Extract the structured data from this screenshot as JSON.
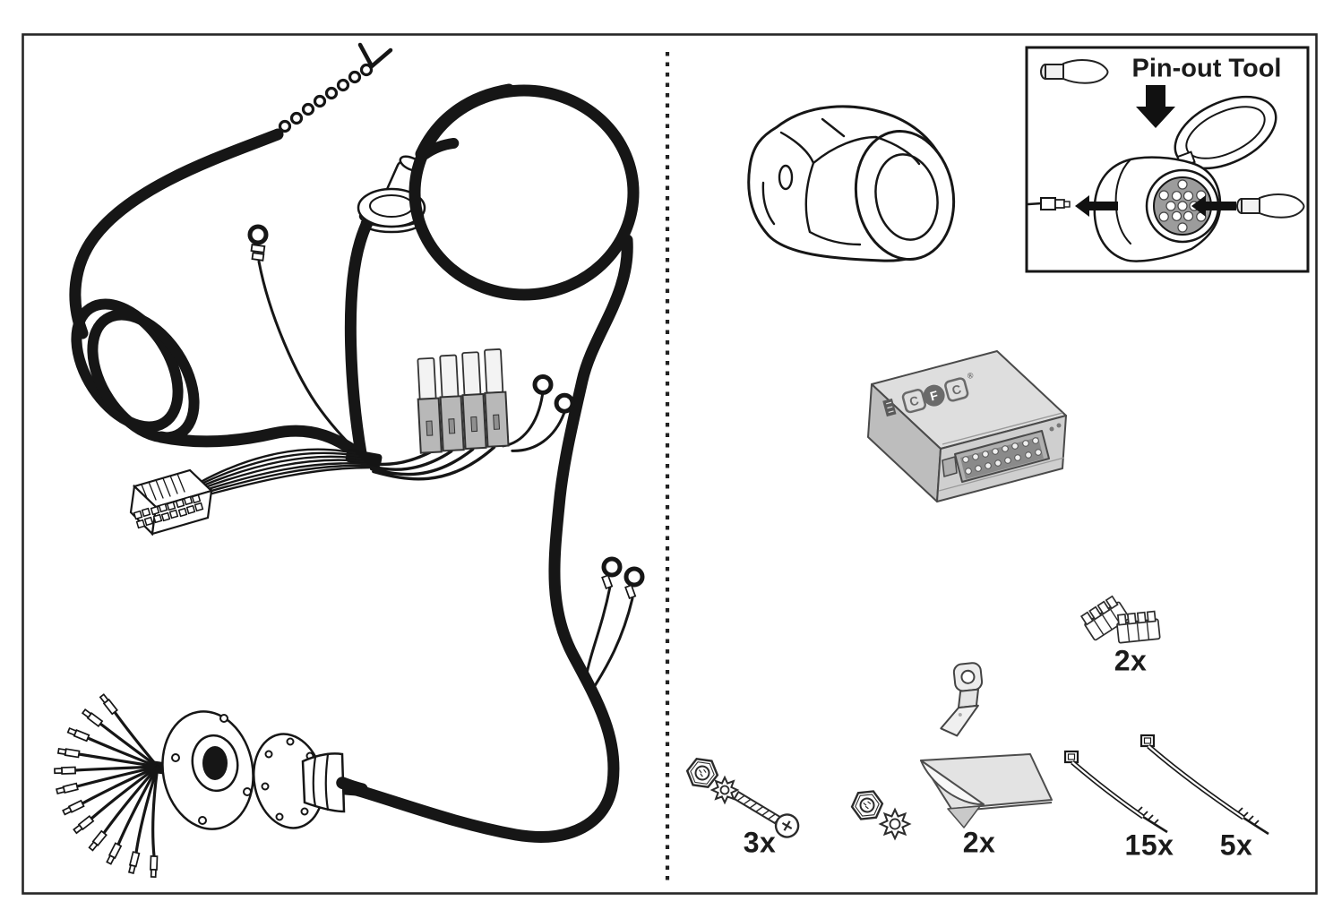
{
  "pinout_box": {
    "title": "Pin-out Tool"
  },
  "module": {
    "logo": {
      "c1": "C",
      "f": "F",
      "c2": "C",
      "reg": "®"
    }
  },
  "parts": {
    "wire_taps": {
      "qty": "2x"
    },
    "fastener_set": {
      "qty": "3x"
    },
    "adhesive_pads": {
      "qty": "2x"
    },
    "cable_ties_long": {
      "qty": "15x"
    },
    "cable_ties_short": {
      "qty": "5x"
    }
  }
}
